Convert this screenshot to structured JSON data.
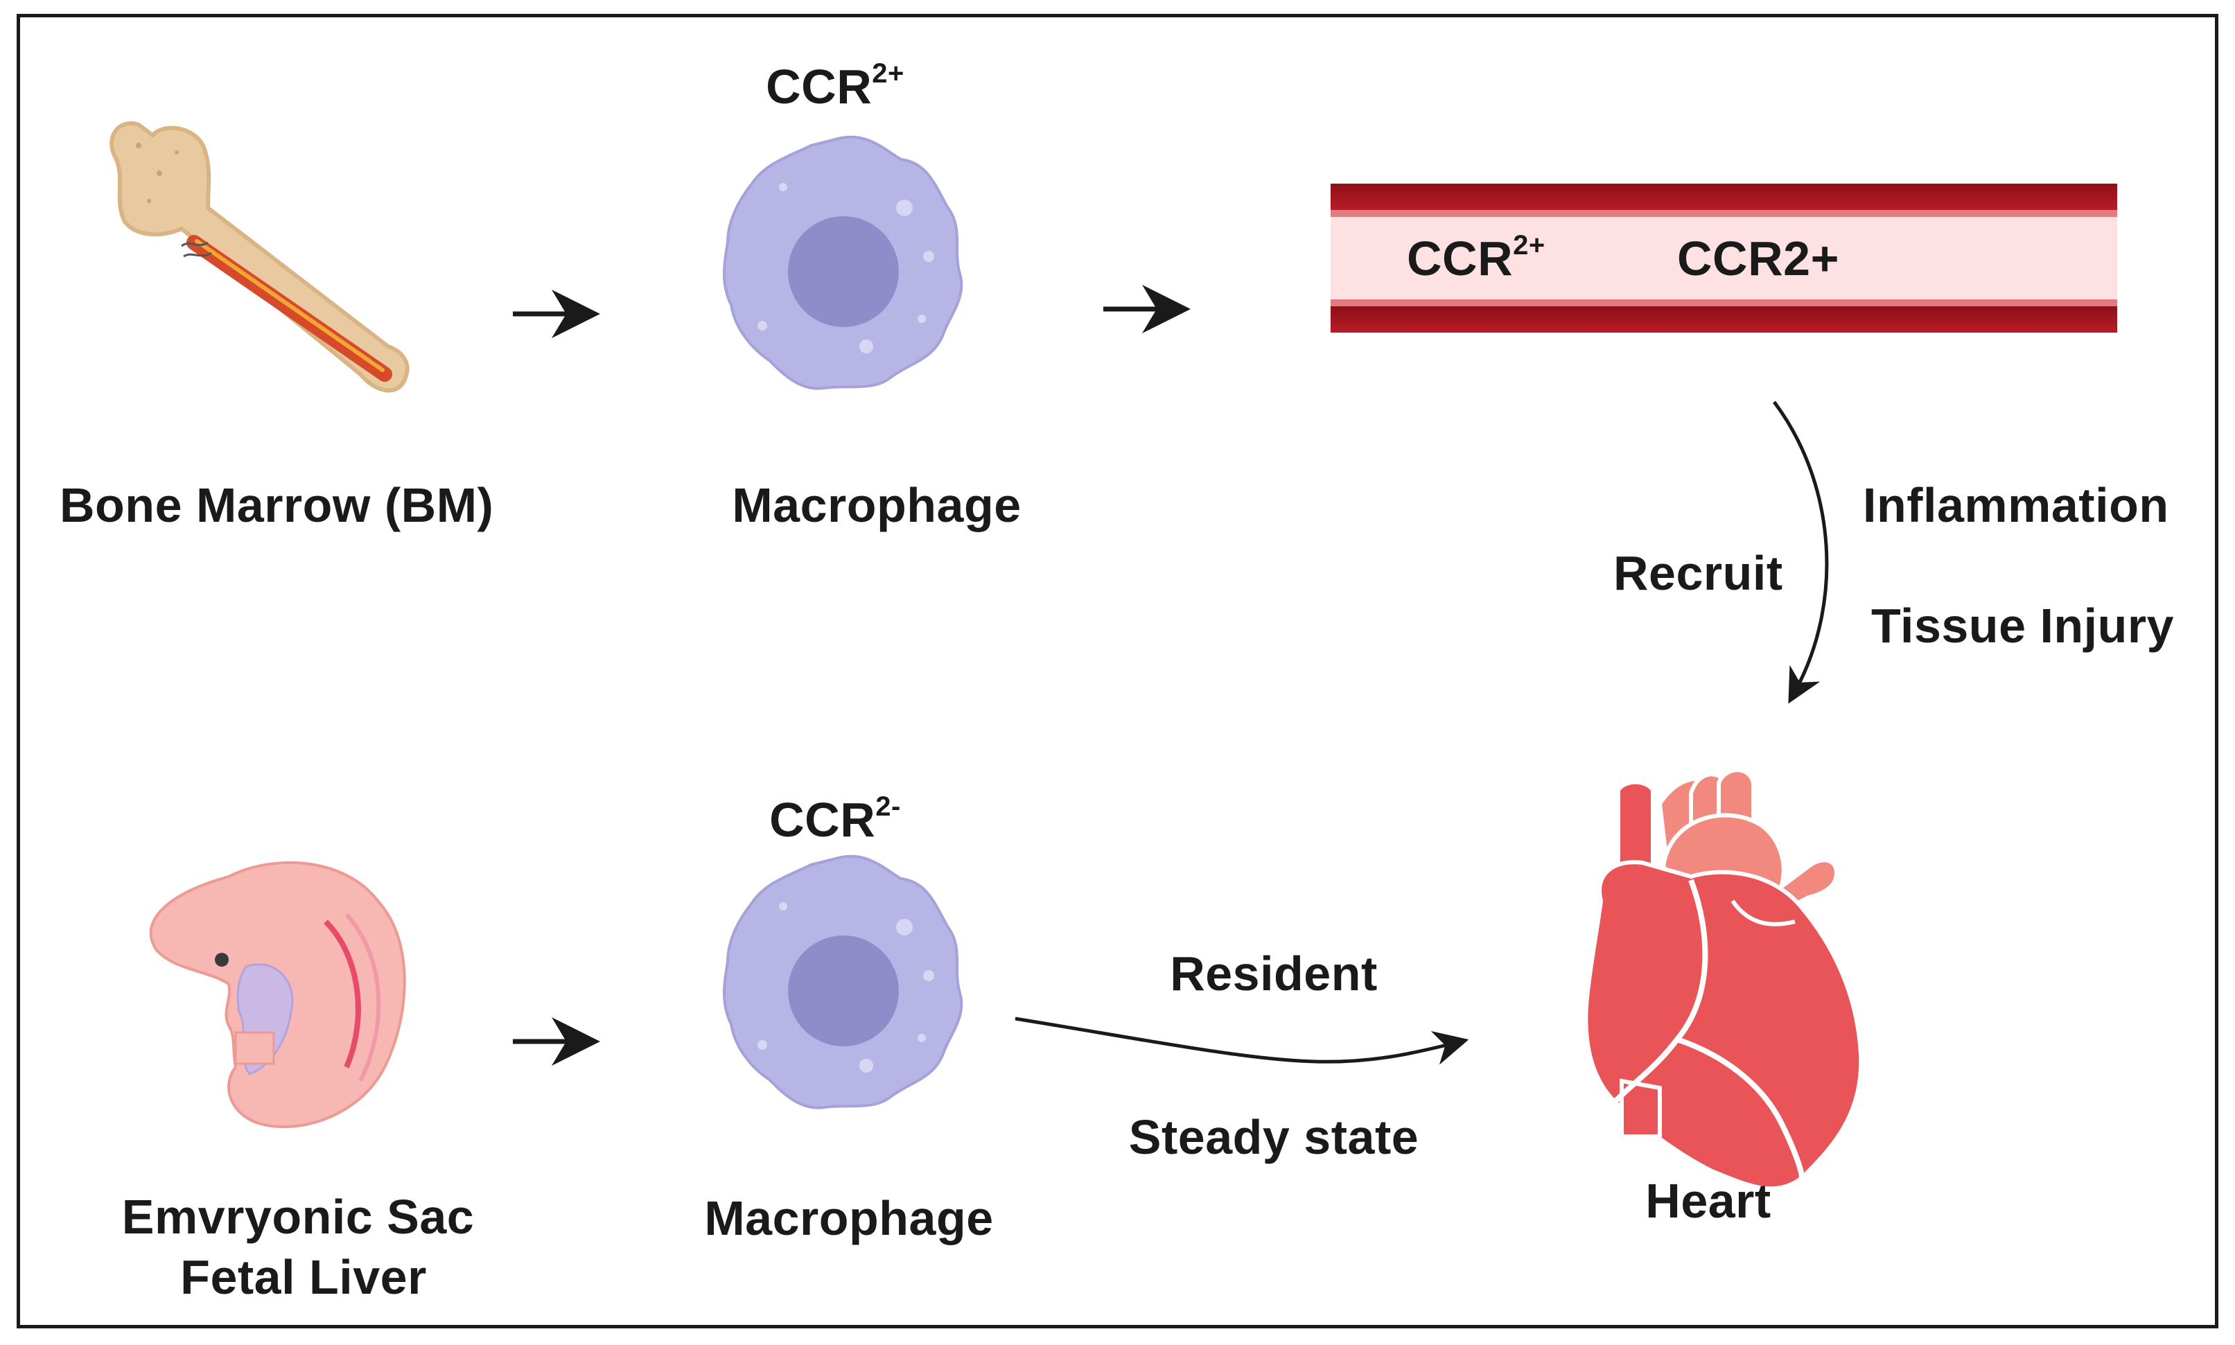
{
  "labels": {
    "bone_marrow": "Bone Marrow (BM)",
    "macrophage_top": "Macrophage",
    "ccr_top": {
      "base": "CCR",
      "sup": "2+"
    },
    "vessel_ccr_left": {
      "base": "CCR",
      "sup": "2+"
    },
    "vessel_ccr_right": "CCR2+",
    "recruit": "Recruit",
    "inflammation": "Inflammation",
    "tissue_injury": "Tissue Injury",
    "ccr_bottom": {
      "base": "CCR",
      "sup": "2-"
    },
    "embryonic_line1": "Emvryonic Sac",
    "embryonic_line2": "Fetal Liver",
    "macrophage_bottom": "Macrophage",
    "resident": "Resident",
    "steady_state": "Steady state",
    "heart": "Heart"
  },
  "colors": {
    "macrophage": "#b7b5e6",
    "macrophage_nucleus": "#8f8cc9",
    "vessel_wall": "#a31620",
    "vessel_lumen": "#fde1e3",
    "heart": "#e85457",
    "heart_vessels": "#f2897e",
    "bone": "#e8c9a0",
    "embryo": "#f7b7b2",
    "text": "#1a1a1a"
  }
}
